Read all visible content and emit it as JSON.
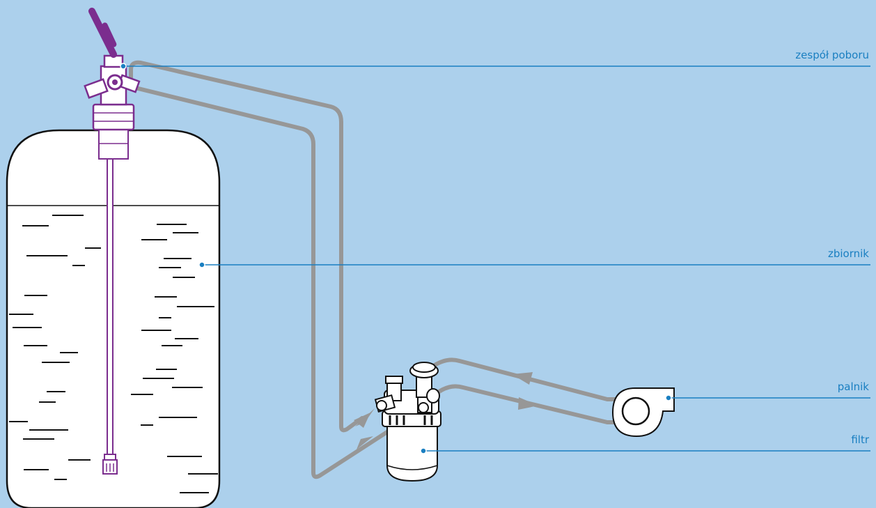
{
  "diagram": {
    "labels": {
      "draw_unit": "zespół poboru",
      "tank": "zbiornik",
      "burner": "palnik",
      "filter": "filtr"
    }
  },
  "colors": {
    "background": "#acd0ec",
    "callout": "#1a7fc1",
    "pipe": "#979797",
    "draw_unit": "#7b2d8e",
    "outline": "#111111"
  }
}
